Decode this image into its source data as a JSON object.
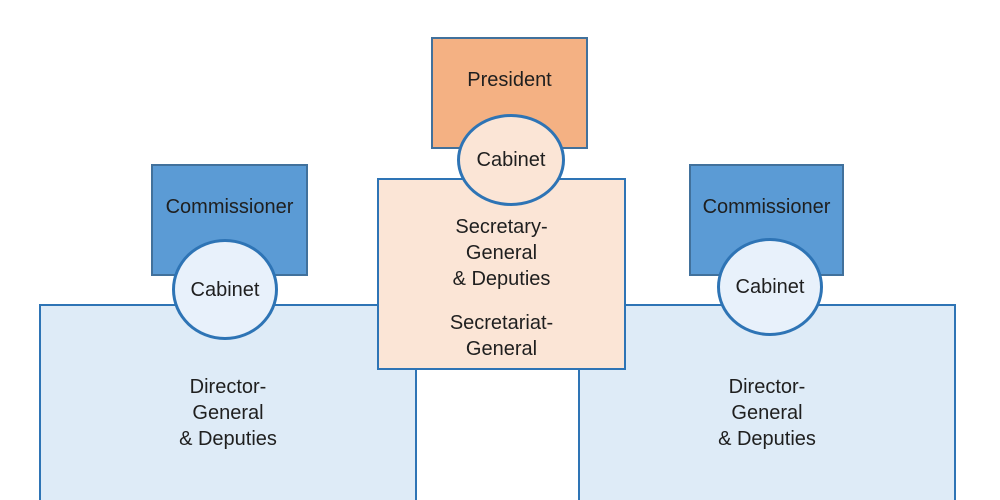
{
  "diagram": {
    "type": "org-structure",
    "nodes": {
      "president": {
        "label": "President"
      },
      "cabinet_president": {
        "label": "Cabinet"
      },
      "secretariat": {
        "lines_top": [
          "Secretary-",
          "General",
          "& Deputies"
        ],
        "lines_bottom": [
          "Secretariat-",
          "General"
        ]
      },
      "commissioner_left": {
        "label": "Commissioner"
      },
      "cabinet_left": {
        "label": "Cabinet"
      },
      "commissioner_right": {
        "label": "Commissioner"
      },
      "cabinet_right": {
        "label": "Cabinet"
      },
      "director_general_left": {
        "lines": [
          "Director-",
          "General",
          "& Deputies"
        ]
      },
      "director_general_right": {
        "lines": [
          "Director-",
          "General",
          "& Deputies"
        ]
      }
    },
    "colors": {
      "president_fill": "#f4b183",
      "secretariat_fill": "#fbe5d6",
      "commissioner_fill": "#5b9bd5",
      "cabinet_light_fill": "#e8f1fb",
      "director_general_fill": "#deebf7",
      "border_medium_blue": "#2e74b5",
      "border_dark_blue": "#41719c",
      "text": "#1f1f1f",
      "background": "#ffffff"
    }
  }
}
